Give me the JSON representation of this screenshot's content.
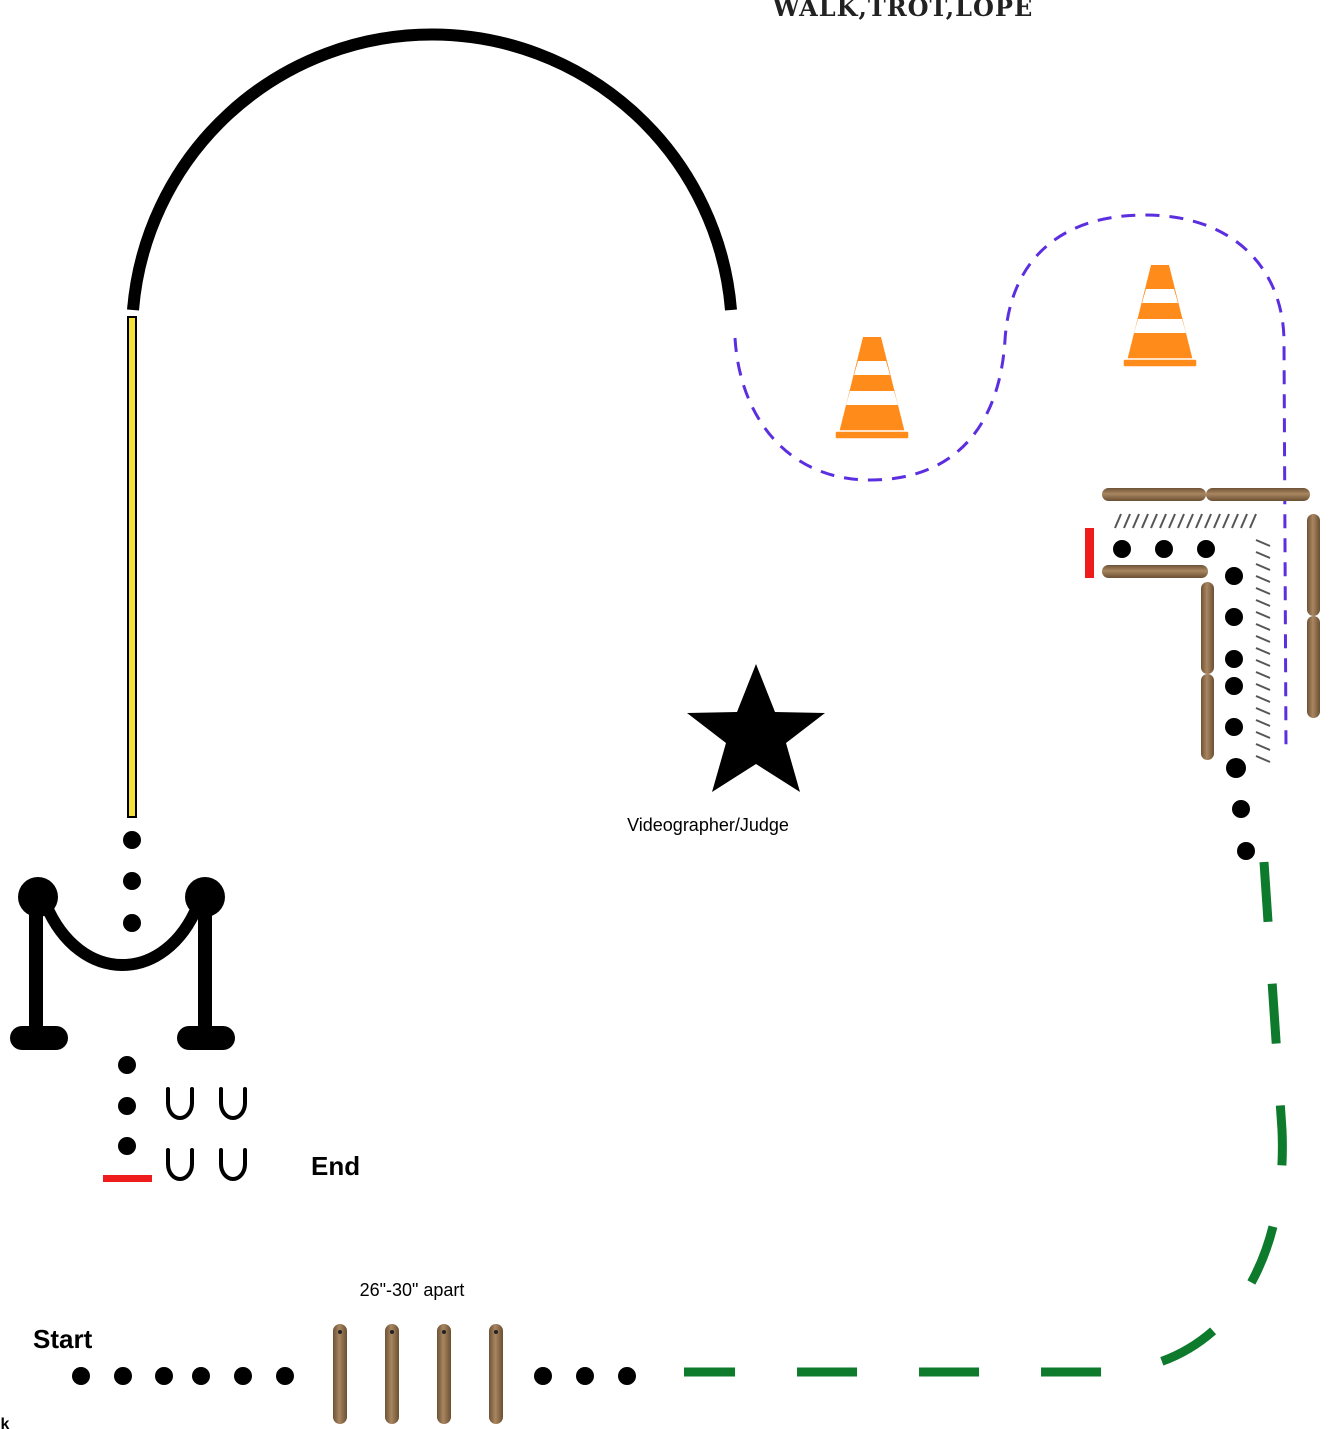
{
  "diagram": {
    "title": "WALK,TROT,LOPE",
    "labels": {
      "start": "Start",
      "end": "End",
      "spacing": "26\"-30\" apart",
      "judge": "Videographer/Judge",
      "corner_fragment": "lk"
    },
    "colors": {
      "arc": "#000000",
      "lope_line": "#f3e13a",
      "serpentine_dash": "#5b2ee0",
      "green_dash": "#0e7a2c",
      "marker_red": "#ee1c1c",
      "cone_orange": "#ff8c1a",
      "pole_wood": "#8b6a45"
    },
    "icons": [
      "cone-icon",
      "star-icon",
      "rope-gate-icon",
      "horseshoe-icon",
      "ground-pole-icon"
    ]
  }
}
